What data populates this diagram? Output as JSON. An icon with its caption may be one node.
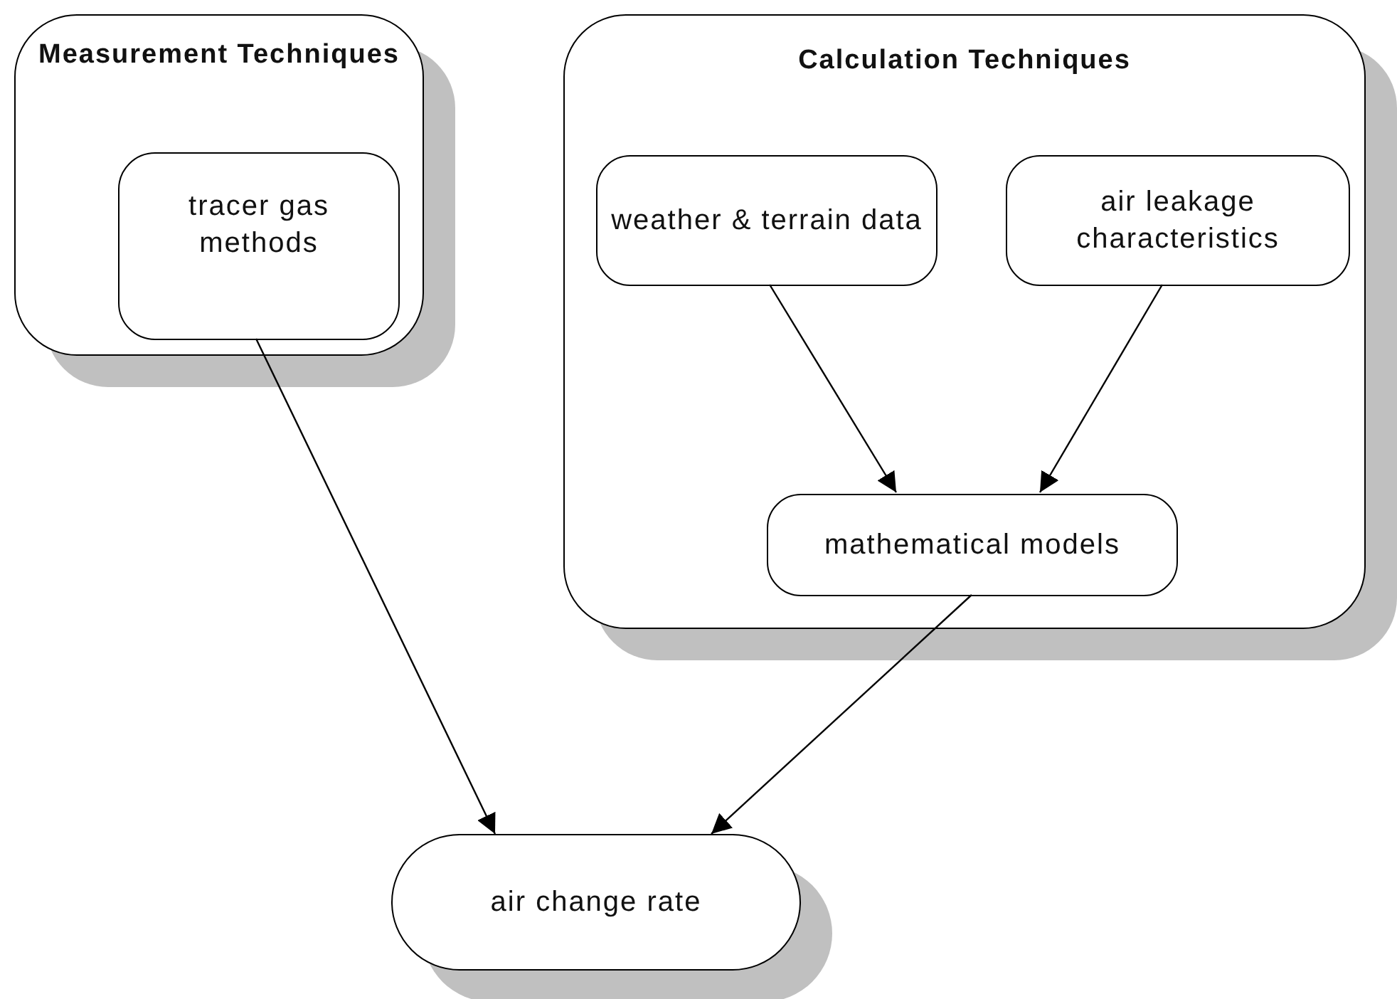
{
  "diagram": {
    "nodes": [
      {
        "text": [
          "Measurement Techniques"
        ]
      },
      {
        "text": [
          "tracer gas methods"
        ],
        "in": 0
      },
      {
        "text": [
          "Calculation Techniques"
        ]
      },
      {
        "text": [
          "weather & terrain data"
        ],
        "in": 2
      },
      {
        "text": [
          "air leakage characteristics"
        ],
        "in": 2
      },
      {
        "text": [
          "mathematical models"
        ],
        "in": 2
      },
      {
        "text": [
          "air change rate"
        ]
      }
    ],
    "edges": [
      {
        "from": 3,
        "to": 5,
        "arrow": "to"
      },
      {
        "from": 4,
        "to": 5,
        "arrow": "to"
      },
      {
        "from": 1,
        "to": 6,
        "arrow": "to"
      },
      {
        "from": 5,
        "to": 6,
        "arrow": "to"
      }
    ]
  }
}
